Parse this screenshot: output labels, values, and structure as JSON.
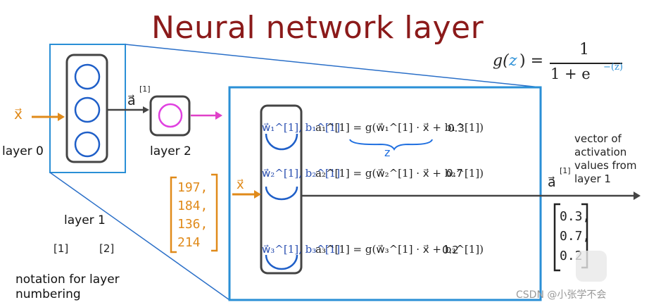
{
  "title": "Neural network layer",
  "formula": {
    "g": "g(",
    "z": "z",
    "close": ") =",
    "num": "1",
    "den_pre": "1 + e",
    "den_exp": "−(z)"
  },
  "labels": {
    "x": "x⃗",
    "layer0": "layer 0",
    "a1_top": "a⃗",
    "a1_sup": "[1]",
    "layer2": "layer 2",
    "layer1": "layer 1",
    "notation_1": "[1]",
    "notation_2": "[2]",
    "notation": "notation for layer numbering",
    "vector_desc": "vector of activation values from layer 1",
    "a_right": "a⃗",
    "a_right_sup": "[1]",
    "x_mid": "x⃗"
  },
  "inputs_handwritten": [
    "197,",
    "184,",
    "136,",
    "214"
  ],
  "neurons": [
    {
      "params": "w⃗₁^[1], b₁^[1]",
      "equation": "a₁^[1] = g(w⃗₁^[1] · x⃗ + b₁^[1])",
      "value": "0.3",
      "z_label": "z"
    },
    {
      "params": "w⃗₂^[1], b₂^[1]",
      "equation": "a₂^[1] = g(w⃗₂^[1] · x⃗ + b₂^[1])",
      "value": "0.7"
    },
    {
      "params": "w⃗₃^[1], b₃^[1]",
      "equation": "a₃^[1] = g(w⃗₃^[1] · x⃗ + b₃^[1])",
      "value": "0.2"
    }
  ],
  "output_vector": [
    "0.3,",
    "0.7,",
    "0.2"
  ],
  "watermark": "CSDN @小张学不会",
  "colors": {
    "title": "#8b1a1a",
    "highlight_box": "#2a8fd6",
    "input_arrow": "#e08a1a",
    "output_arrow": "#e040c8",
    "neuron_circle": "#1f5fc8",
    "layer2_circle": "#e040e0"
  }
}
